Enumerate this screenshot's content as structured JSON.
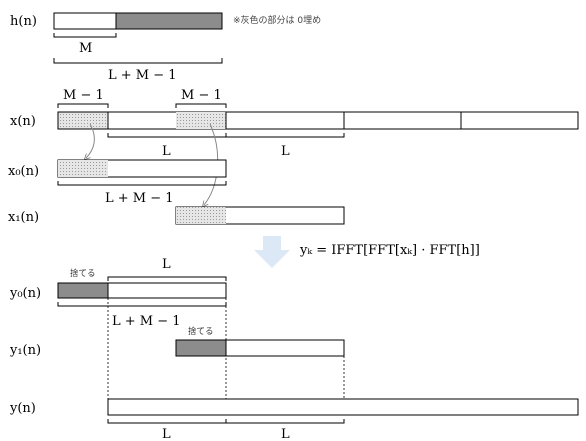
{
  "labels": {
    "h": "h(n)",
    "x": "x(n)",
    "x0": "x₀(n)",
    "x1": "x₁(n)",
    "y0": "y₀(n)",
    "y1": "y₁(n)",
    "y": "y(n)"
  },
  "note": "※灰色の部分は 0埋め",
  "braces": {
    "M": "M",
    "L_plus_M_minus_1": "L + M − 1",
    "M_minus_1": "M − 1",
    "L": "L"
  },
  "discard": "捨てる",
  "formula": "yₖ = IFFT[FFT[xₖ] · FFT[h]]",
  "colors": {
    "gray_fill": "#8c8c8c",
    "hatch_fill": "#dcdcdc",
    "arrow": "#dce8f5",
    "line": "#000000"
  }
}
